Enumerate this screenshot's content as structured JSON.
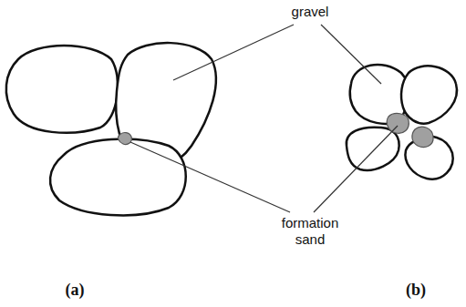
{
  "diagram": {
    "labels": [
      "gravel",
      "formation sand",
      "(a)",
      "(b)"
    ]
  }
}
